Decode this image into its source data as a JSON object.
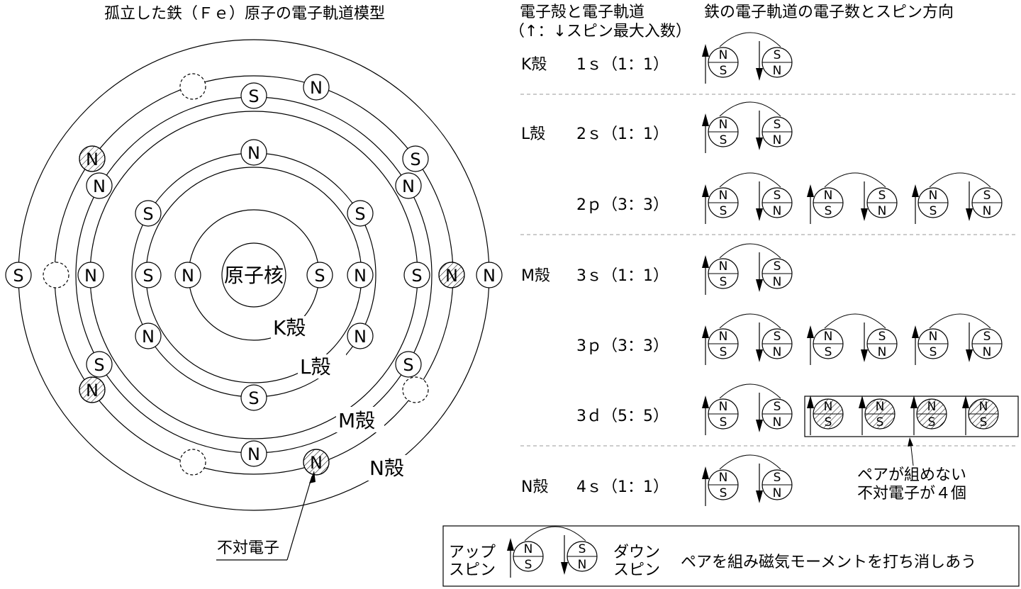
{
  "left_title": "孤立した鉄（Ｆｅ）原子の電子軌道模型",
  "mid_header": {
    "line1": "電子殻と電子軌道",
    "line2": "（↑：↓スピン最大入数）"
  },
  "right_header": "鉄の電子軌道の電子数とスピン方向",
  "nucleus_label": "原子核",
  "shell_labels": {
    "K": "K殻",
    "L": "L殻",
    "M": "M殻",
    "N": "N殻"
  },
  "unpaired_label": "不対電子",
  "north": "N",
  "south": "S",
  "orbital_rows": [
    {
      "shell": "K殻",
      "orbital": "1ｓ（1：1）",
      "pairs": 1,
      "unpaired": 0
    },
    {
      "shell": "L殻",
      "orbital": "2ｓ（1：1）",
      "pairs": 1,
      "unpaired": 0
    },
    {
      "shell": "",
      "orbital": "2ｐ（3：3）",
      "pairs": 3,
      "unpaired": 0
    },
    {
      "shell": "M殻",
      "orbital": "3ｓ（1：1）",
      "pairs": 1,
      "unpaired": 0
    },
    {
      "shell": "",
      "orbital": "3ｐ（3：3）",
      "pairs": 3,
      "unpaired": 0
    },
    {
      "shell": "",
      "orbital": "3ｄ（5：5）",
      "pairs": 1,
      "unpaired": 4
    },
    {
      "shell": "N殻",
      "orbital": "4ｓ（1：1）",
      "pairs": 1,
      "unpaired": 0
    }
  ],
  "callout": {
    "line1": "ペアが組めない",
    "line2": "不対電子が４個"
  },
  "legend": {
    "up_line1": "アップ",
    "up_line2": "スピン",
    "down_line1": "ダウン",
    "down_line2": "スピン",
    "description": "ペアを組み磁気モーメントを打ち消しあう"
  }
}
